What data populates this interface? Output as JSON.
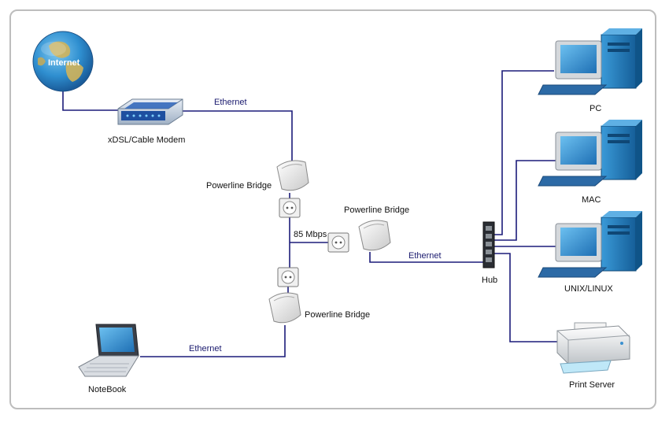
{
  "labels": {
    "internet": "Internet",
    "modem": "xDSL/Cable Modem",
    "bridge_top": "Powerline Bridge",
    "bridge_mid": "Powerline Bridge",
    "bridge_bottom": "Powerline Bridge",
    "speed": "85 Mbps",
    "ethernet_modem": "Ethernet",
    "ethernet_hub": "Ethernet",
    "ethernet_notebook": "Ethernet",
    "notebook": "NoteBook",
    "hub": "Hub",
    "pc": "PC",
    "mac": "MAC",
    "unix": "UNIX/LINUX",
    "print_server": "Print Server"
  },
  "colors": {
    "link": "#1c1c7a",
    "frame": "#bdbdbd",
    "monitor_screen": "#2a86c8",
    "tower": "#2178b8"
  },
  "icons": {
    "internet": "globe-icon",
    "modem": "modem-icon",
    "bridge": "powerline-adapter-icon",
    "outlet": "wall-outlet-icon",
    "notebook": "laptop-icon",
    "hub": "hub-icon",
    "computer": "desktop-computer-icon",
    "printer": "printer-icon"
  }
}
